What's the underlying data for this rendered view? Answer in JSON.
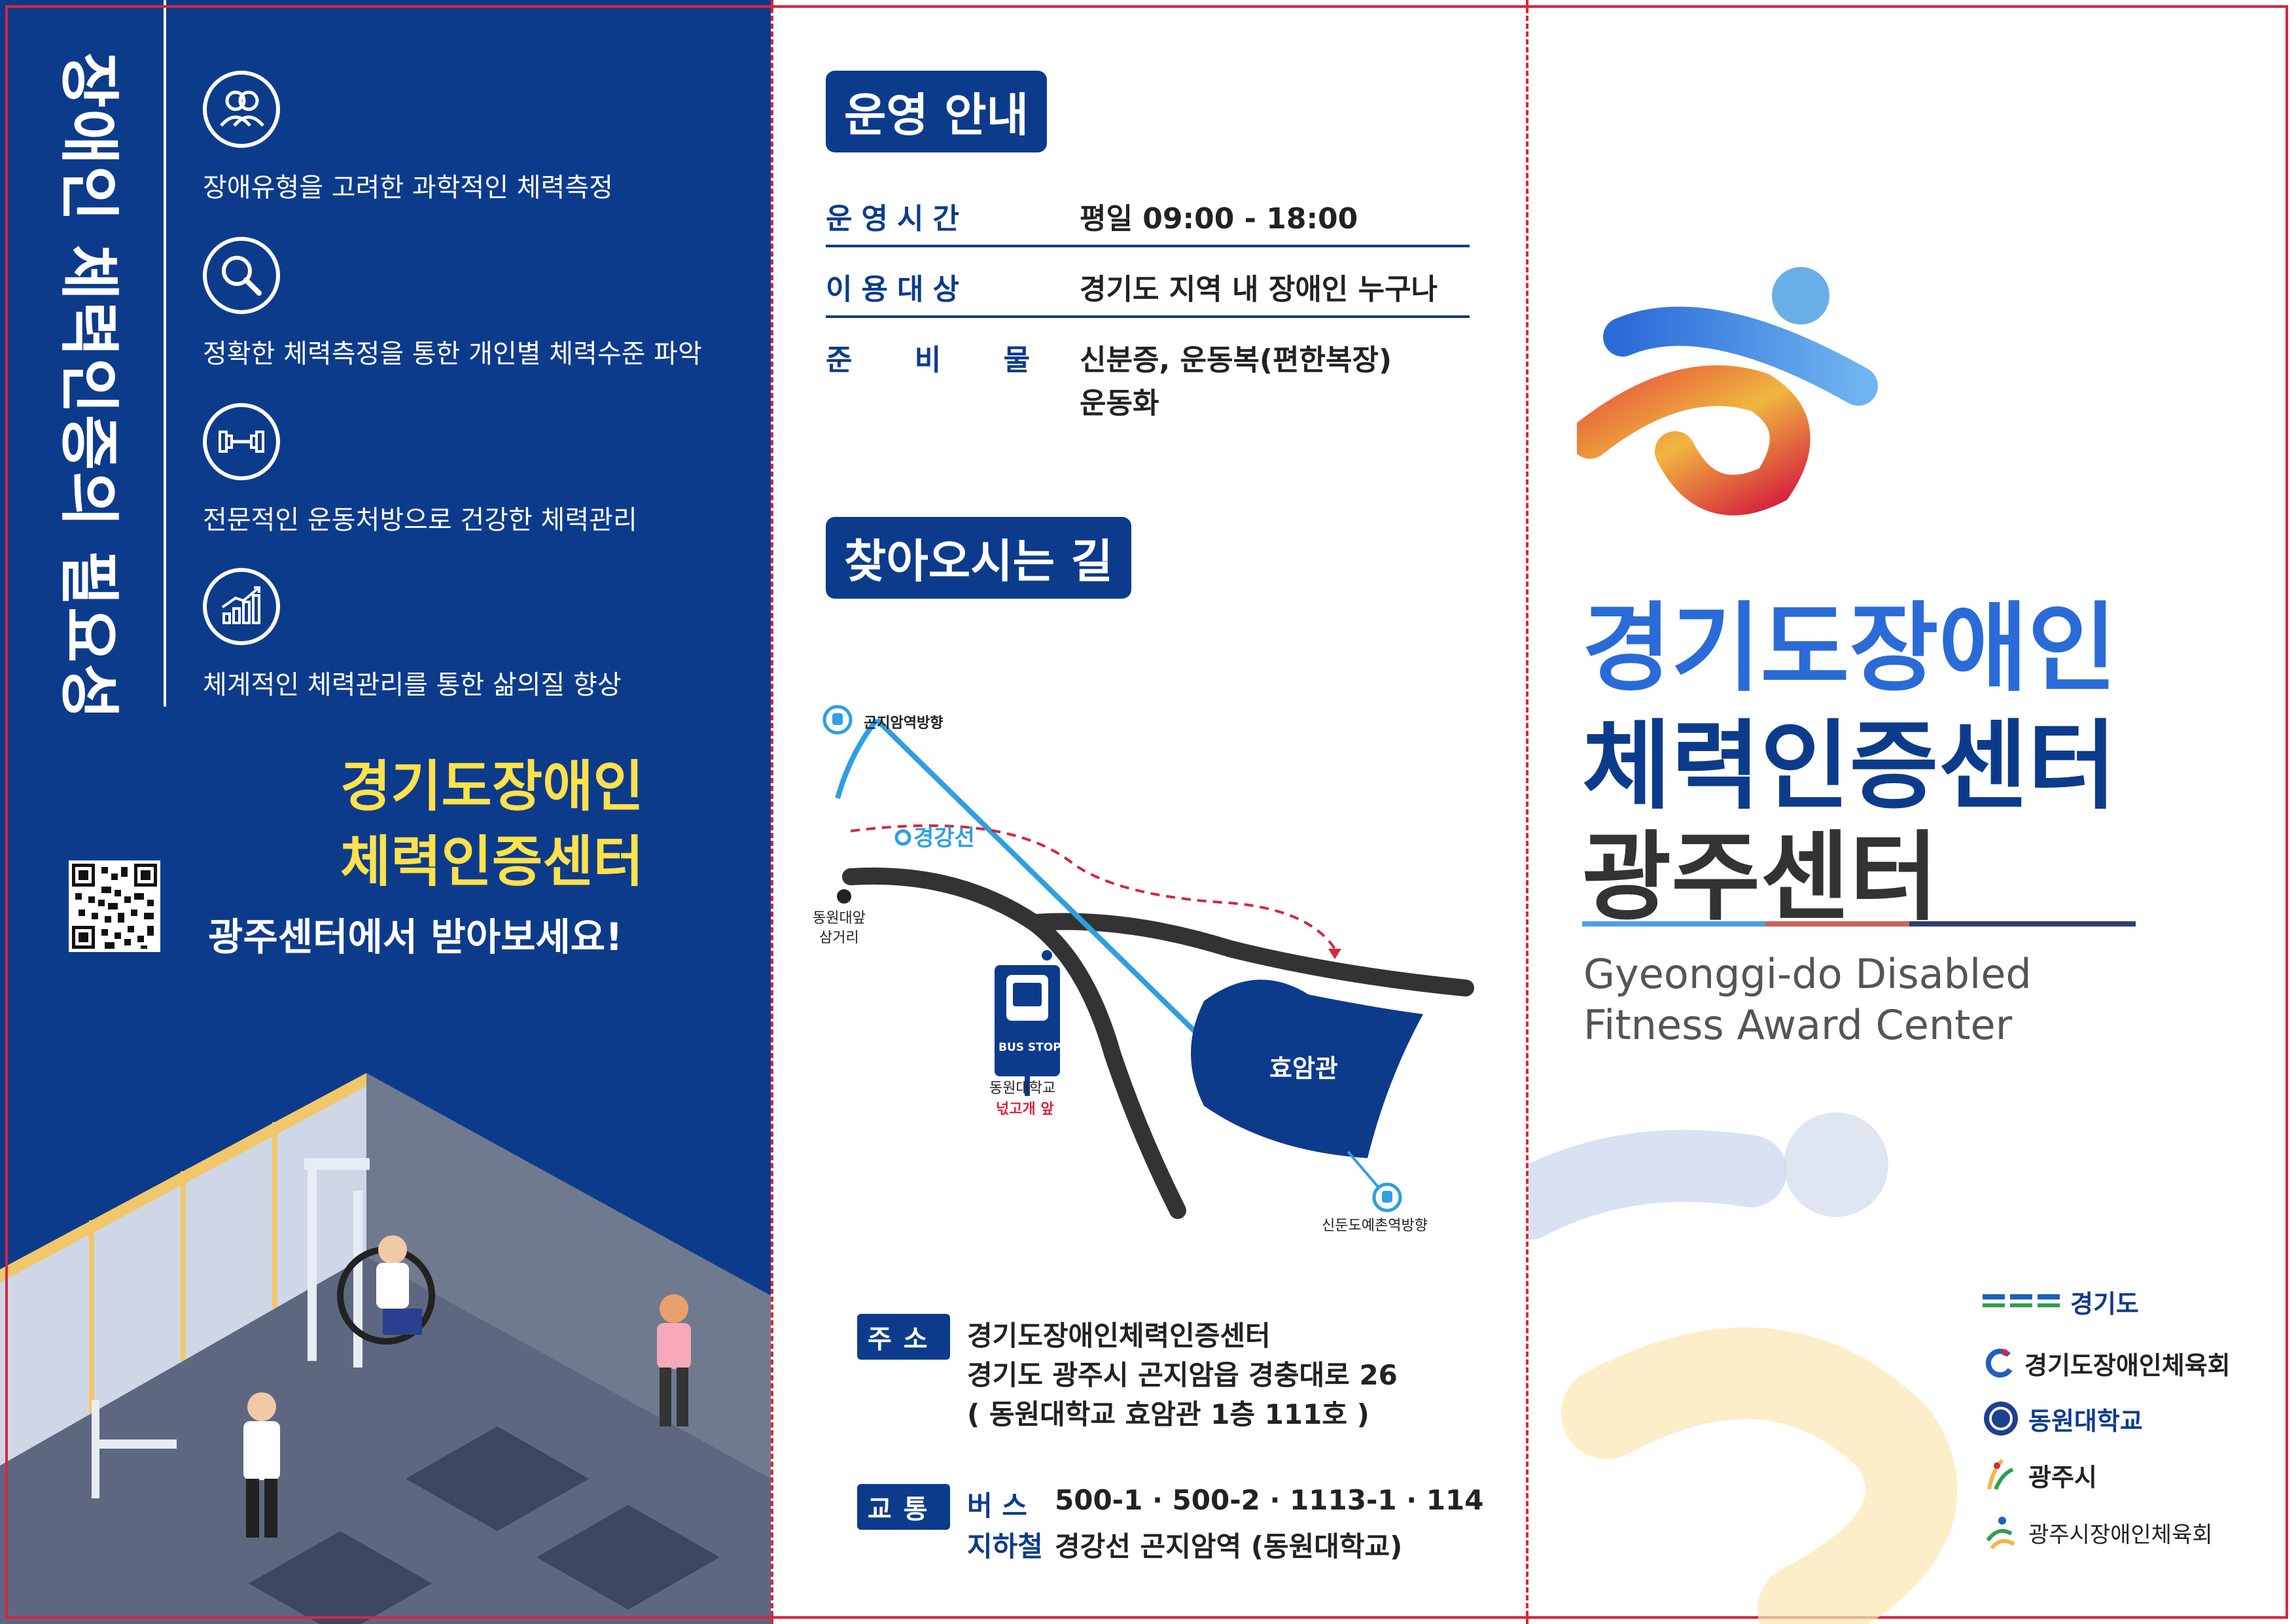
{
  "left_panel": {
    "vertical_title": "장애인 체력인증의 필요성",
    "features": [
      {
        "icon": "people-icon",
        "text": "장애유형을 고려한 과학적인 체력측정"
      },
      {
        "icon": "magnifier-icon",
        "text": "정확한 체력측정을 통한 개인별 체력수준 파악"
      },
      {
        "icon": "dumbbell-icon",
        "text": "전문적인 운동처방으로 건강한 체력관리"
      },
      {
        "icon": "growth-chart-icon",
        "text": "체계적인 체력관리를 통한 삶의질 향상"
      }
    ],
    "promo_line1": "경기도장애인",
    "promo_line2": "체력인증센터",
    "promo_line3": "광주센터에서 받아보세요!"
  },
  "middle_panel": {
    "operation_heading": "운영 안내",
    "rows": [
      {
        "label": "운영시간",
        "value": "평일 09:00 - 18:00"
      },
      {
        "label": "이용대상",
        "value": "경기도 지역 내 장애인 누구나"
      },
      {
        "label": "준 비 물",
        "value": "신분증, 운동복(편한복장)",
        "value2": "운동화"
      }
    ],
    "directions_heading": "찾아오시는 길",
    "map": {
      "station_top": "곤지암역방향",
      "line_name": "경강선",
      "intersection": "동원대앞",
      "intersection2": "삼거리",
      "bus_stop": "BUS STOP",
      "bus_label": "동원대학교",
      "bus_label_red": "넋고개 앞",
      "building": "효암관",
      "station_bottom": "신둔도예촌역방향"
    },
    "address_tag": "주소",
    "address_lines": [
      "경기도장애인체력인증센터",
      "경기도 광주시 곤지암읍 경충대로 26",
      "( 동원대학교 효암관 1층 111호 )"
    ],
    "transport_tag": "교통",
    "bus_label": "버    스",
    "bus_routes": "500-1 · 500-2 · 1113-1 · 114",
    "subway_label": "지하철",
    "subway_info": "경강선 곤지암역 (동원대학교)"
  },
  "right_panel": {
    "title_line1": "경기도장애인",
    "title_line2": "체력인증센터",
    "title_line3": "광주센터",
    "english_line1": "Gyeonggi-do Disabled",
    "english_line2": "Fitness Award Center",
    "sponsors": [
      "경기도",
      "경기도장애인체육회",
      "동원대학교",
      "광주시",
      "광주시장애인체육회"
    ]
  },
  "colors": {
    "navy": "#0d3b8c",
    "yellow": "#ffe14a",
    "red": "#d7263d",
    "sky": "#2f9fe0"
  }
}
